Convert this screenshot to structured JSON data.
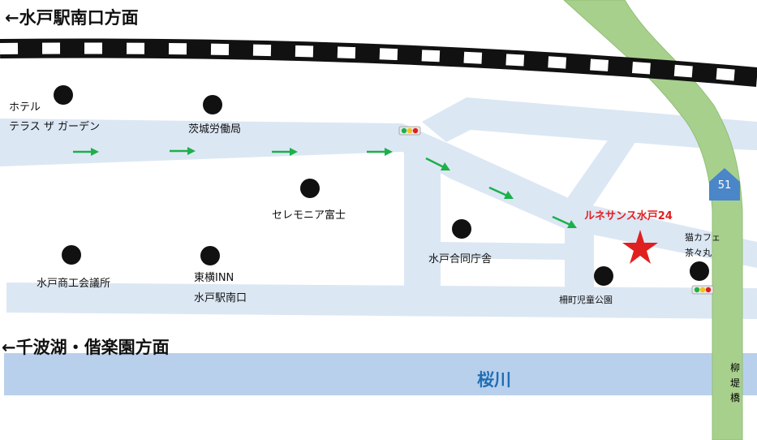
{
  "directions": {
    "north": "←水戸駅南口方面",
    "south": "←千波湖・偕楽園方面"
  },
  "river": {
    "label": "桜川"
  },
  "route": {
    "number": "51"
  },
  "bridge": {
    "label": "柳堤橋",
    "chars": [
      "柳",
      "堤",
      "橋"
    ]
  },
  "destination": {
    "label": "ルネサンス水戸24",
    "color": "#e02020"
  },
  "landmarks": {
    "hotel_line1": "ホテル",
    "hotel_line2": "テラス ザ ガーデン",
    "labour_bureau": "茨城労働局",
    "ceremonia": "セレモニア富士",
    "chamber": "水戸商工会議所",
    "toyoko_line1": "東横INN",
    "toyoko_line2": "水戸駅南口",
    "gov_building": "水戸合同庁舎",
    "park": "柵町児童公園",
    "cafe_line1": "猫カフェ",
    "cafe_line2": "茶々丸"
  },
  "colors": {
    "road": "#dce7f4",
    "river": "#b8d0ec",
    "highway": "#a8d08d",
    "route_shield": "#4a86c8",
    "arrow": "#1db04b",
    "railway": "#111111"
  }
}
